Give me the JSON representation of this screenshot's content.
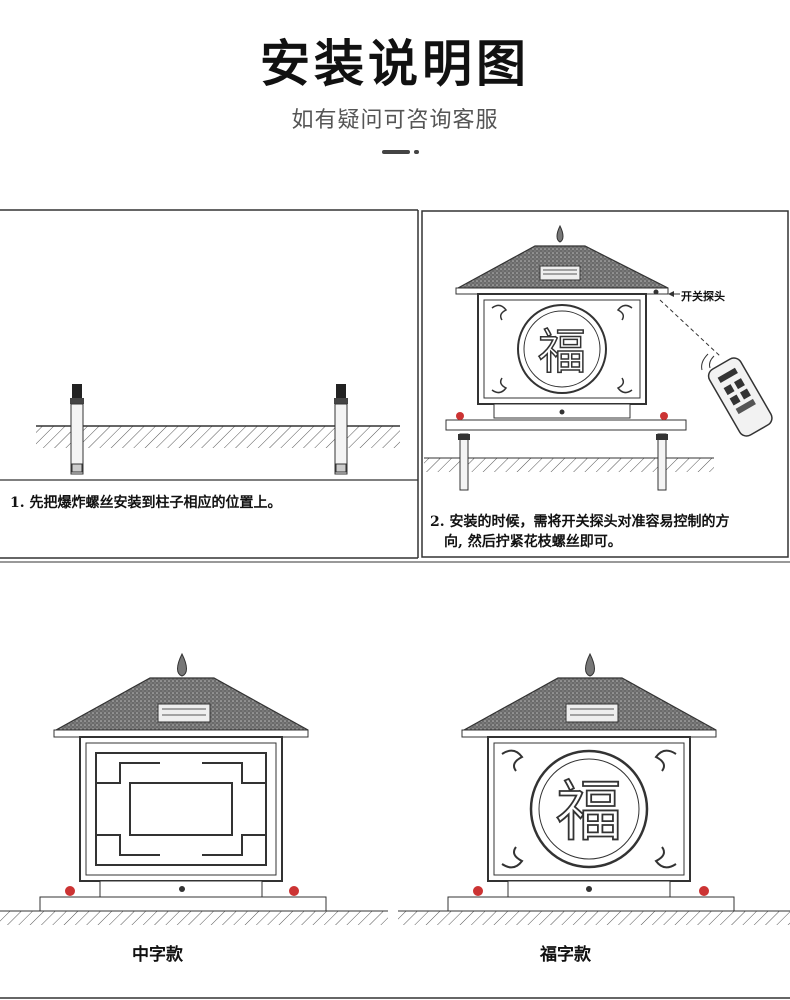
{
  "header": {
    "title": "安装说明图",
    "subtitle": "如有疑问可咨询客服"
  },
  "steps": {
    "step1": "1. 先把爆炸螺丝安装到柱子相应的位置上。",
    "step2_line1": "2. 安装的时候，需将开关探头对准容易控制的方",
    "step2_line2": "向, 然后拧紧花枝螺丝即可。",
    "probe_label": "开关探头",
    "fu_char": "福"
  },
  "styles": {
    "left_label": "中字款",
    "right_label": "福字款"
  }
}
